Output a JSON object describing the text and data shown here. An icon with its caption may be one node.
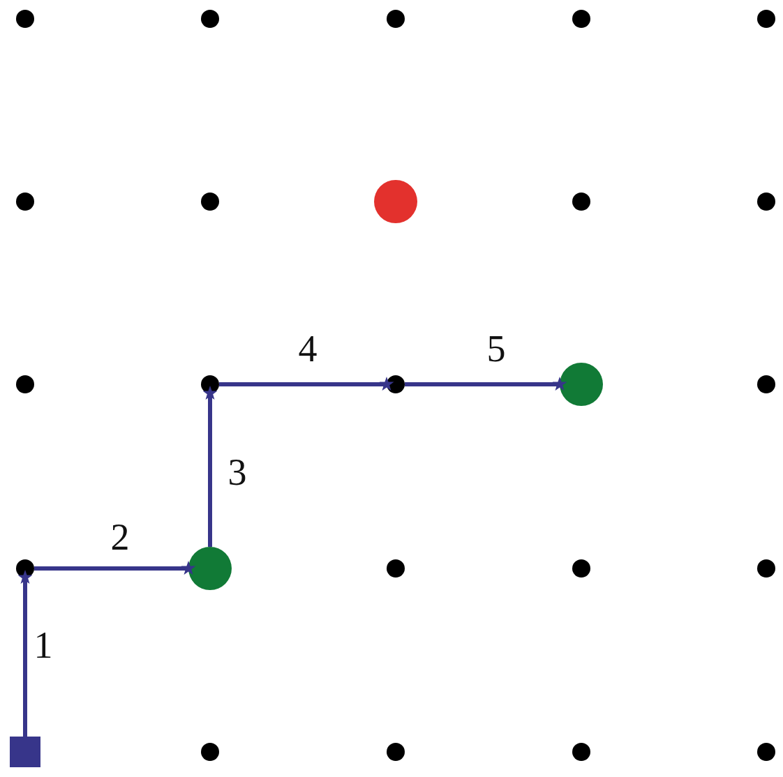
{
  "diagram": {
    "nodes": [
      {
        "text": [],
        "shape": "circle"
      },
      {
        "text": [],
        "shape": "circle"
      },
      {
        "text": [],
        "shape": "circle"
      },
      {
        "text": [],
        "shape": "circle"
      },
      {
        "text": [],
        "shape": "circle"
      },
      {
        "text": [],
        "shape": "circle"
      },
      {
        "text": [],
        "shape": "circle"
      },
      {
        "text": [],
        "shape": "circle"
      },
      {
        "text": [],
        "shape": "circle"
      },
      {
        "text": [],
        "shape": "circle"
      },
      {
        "text": [],
        "shape": "circle"
      },
      {
        "text": [],
        "shape": "circle"
      },
      {
        "text": [],
        "shape": "circle"
      },
      {
        "text": [],
        "shape": "circle"
      },
      {
        "text": [],
        "shape": "circle"
      },
      {
        "text": [],
        "shape": "circle"
      },
      {
        "text": [],
        "shape": "circle"
      },
      {
        "text": [],
        "shape": "circle"
      },
      {
        "text": [],
        "shape": "circle"
      },
      {
        "text": [],
        "shape": "circle"
      },
      {
        "text": [],
        "shape": "box"
      },
      {
        "text": [],
        "shape": "circle"
      },
      {
        "text": [],
        "shape": "circle"
      },
      {
        "text": [],
        "shape": "circle"
      },
      {
        "text": [],
        "shape": "circle"
      }
    ],
    "edges": [
      {
        "from": 20,
        "to": 15,
        "arrow": "other",
        "label": "1"
      },
      {
        "from": 15,
        "to": 16,
        "arrow": "other",
        "label": "2"
      },
      {
        "from": 16,
        "to": 11,
        "arrow": "other",
        "label": "3"
      },
      {
        "from": 11,
        "to": 12,
        "arrow": "other",
        "label": "4"
      },
      {
        "from": 12,
        "to": 13,
        "arrow": "other",
        "label": "5"
      }
    ]
  }
}
